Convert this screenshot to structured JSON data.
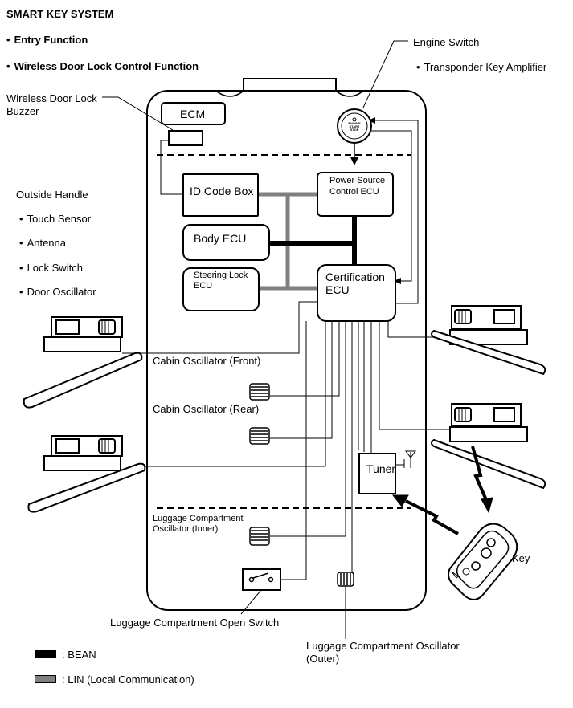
{
  "title": "SMART KEY SYSTEM",
  "functions": [
    "Entry Function",
    "Wireless Door Lock Control Function"
  ],
  "labels": {
    "engine_switch": "Engine Switch",
    "transponder": "Transponder Key Amplifier",
    "buzzer_line1": "Wireless Door Lock",
    "buzzer_line2": "Buzzer",
    "outside_handle": "Outside Handle",
    "handle_items": [
      "Touch Sensor",
      "Antenna",
      "Lock Switch",
      "Door Oscillator"
    ],
    "cabin_front": "Cabin Oscillator (Front)",
    "cabin_rear": "Cabin Oscillator (Rear)",
    "luggage_inner_line1": "Luggage Compartment",
    "luggage_inner_line2": "Oscillator (Inner)",
    "luggage_switch": "Luggage Compartment Open Switch",
    "luggage_outer_line1": "Luggage Compartment Oscillator",
    "luggage_outer_line2": "(Outer)",
    "key": "Key",
    "tuner": "Tuner"
  },
  "boxes": {
    "ecm": "ECM",
    "id_code_box": "ID Code Box",
    "power_source_line1": "Power Source",
    "power_source_line2": "Control ECU",
    "body_ecu": "Body ECU",
    "steering_line1": "Steering Lock",
    "steering_line2": "ECU",
    "cert_line1": "Certification",
    "cert_line2": "ECU"
  },
  "switch_text": [
    "ENGINE",
    "START",
    "STOP"
  ],
  "legend": [
    {
      "label": ": BEAN",
      "color": "#000000"
    },
    {
      "label": ": LIN (Local Communication)",
      "color": "#808080"
    }
  ]
}
